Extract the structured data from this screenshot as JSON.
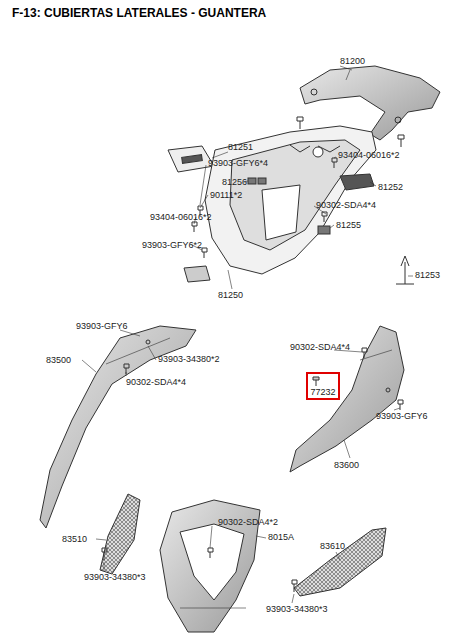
{
  "diagram": {
    "title": "F-13: CUBIERTAS LATERALES - GUANTERA",
    "nodes": [
      {
        "text": [
          "77232"
        ]
      }
    ],
    "labels": [
      "81200",
      "81251",
      "93903-GFY6*4",
      "93404-06016*2",
      "81256",
      "81252",
      "90111*2",
      "90302-SDA4*4",
      "93404-06016*2",
      "81255",
      "93903-GFY6*2",
      "81253",
      "81250",
      "93903-GFY6",
      "83500",
      "93903-34380*2",
      "90302-SDA4*4",
      "90302-SDA4*4",
      "93903-GFY6",
      "83600",
      "83510",
      "90302-SDA4*2",
      "8015A",
      "83610",
      "93903-34380*3",
      "93903-34380*3"
    ]
  }
}
